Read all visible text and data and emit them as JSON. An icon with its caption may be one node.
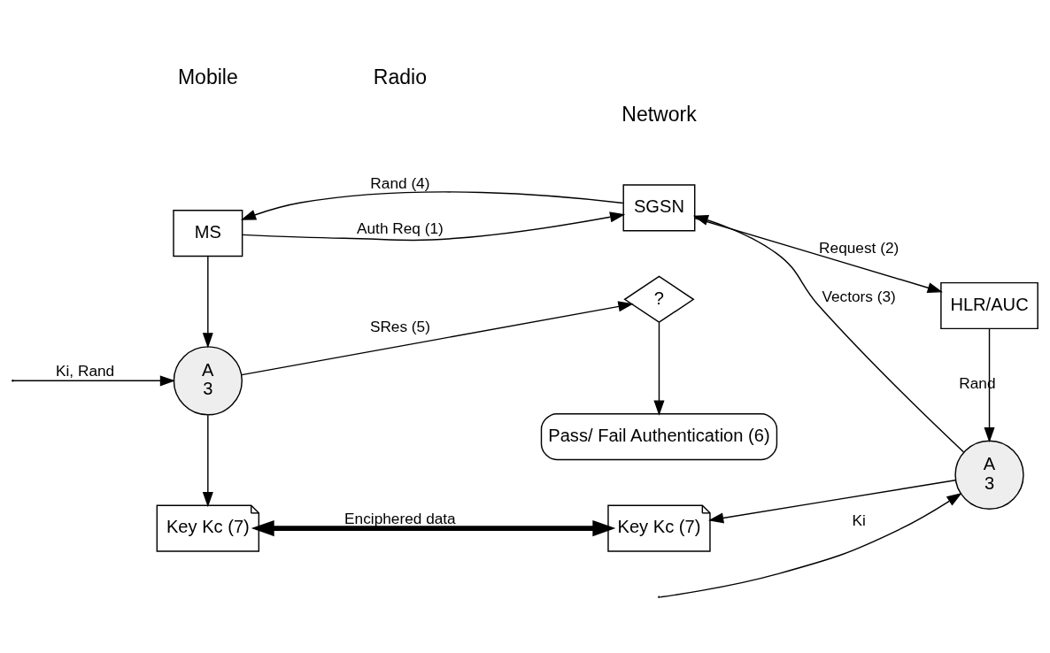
{
  "diagram": {
    "nodes": [
      {
        "text": [
          "MS"
        ]
      },
      {
        "text": [
          "SGSN"
        ]
      },
      {
        "text": [
          "HLR/AUC"
        ]
      },
      {
        "text": [
          "A",
          "3"
        ]
      },
      {
        "text": [
          "A",
          "3"
        ]
      },
      {
        "text": [
          "?"
        ]
      },
      {
        "text": [
          "Pass/ Fail Authentication (6)"
        ]
      },
      {
        "text": [
          "Key Kc (7)"
        ]
      },
      {
        "text": [
          "Key Kc (7)"
        ]
      }
    ],
    "edges": [
      {
        "from": 0,
        "to": 1,
        "arrow": "to",
        "label": "Auth Req (1)"
      },
      {
        "from": 1,
        "to": 2,
        "arrow": "to",
        "label": "Request (2)"
      },
      {
        "from": 2,
        "to": 4,
        "arrow": "to",
        "label": "Rand"
      },
      {
        "from": 4,
        "to": 1,
        "arrow": "to",
        "label": "Vectors (3)"
      },
      {
        "from": 1,
        "to": 0,
        "arrow": "to",
        "label": "Rand (4)"
      },
      {
        "from": 0,
        "to": 3,
        "arrow": "to"
      },
      {
        "from": null,
        "to": 3,
        "arrow": "to",
        "label": "Ki, Rand"
      },
      {
        "from": null,
        "to": 4,
        "arrow": "to",
        "label": "Ki"
      },
      {
        "from": 3,
        "to": 5,
        "arrow": "to",
        "label": "SRes (5)"
      },
      {
        "from": 5,
        "to": 6,
        "arrow": "to"
      },
      {
        "from": 3,
        "to": 7,
        "arrow": "to"
      },
      {
        "from": 4,
        "to": 8,
        "arrow": "to"
      },
      {
        "from": 7,
        "to": 8,
        "arrow": "both",
        "style": "thick",
        "label": "Enciphered data"
      }
    ],
    "labels": [
      "Mobile",
      "Radio",
      "Network"
    ]
  }
}
